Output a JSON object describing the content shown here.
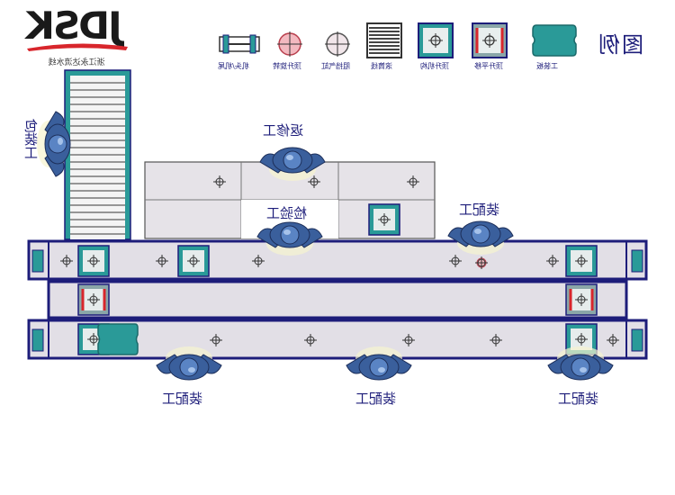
{
  "logo": {
    "brand": "JDSK",
    "company": "浙江永达流水线"
  },
  "legend": {
    "title": "图例",
    "items": [
      {
        "label": "工装板",
        "icon": "pallet-icon"
      },
      {
        "label": "顶升平移",
        "icon": "lift-transfer-icon"
      },
      {
        "label": "顶升机构",
        "icon": "lift-mechanism-icon"
      },
      {
        "label": "滚筒线",
        "icon": "roller-line-icon"
      },
      {
        "label": "阻挡气缸",
        "icon": "stopper-cylinder-icon"
      },
      {
        "label": "顶升旋转",
        "icon": "lift-rotate-icon"
      },
      {
        "label": "机头/机尾",
        "icon": "head-tail-icon"
      }
    ]
  },
  "workers": {
    "packer": "包装工",
    "repair": "返修工",
    "inspector": "检验工",
    "assembler_top": "装配工",
    "assembler_b1": "装配工",
    "assembler_b2": "装配工",
    "assembler_b3": "装配工"
  },
  "colors": {
    "line": "#1d1d7a",
    "track": "#e2dfe6",
    "teal": "#2a9a98",
    "worker": "#3a5f9c",
    "label": "#1d1d7a"
  }
}
